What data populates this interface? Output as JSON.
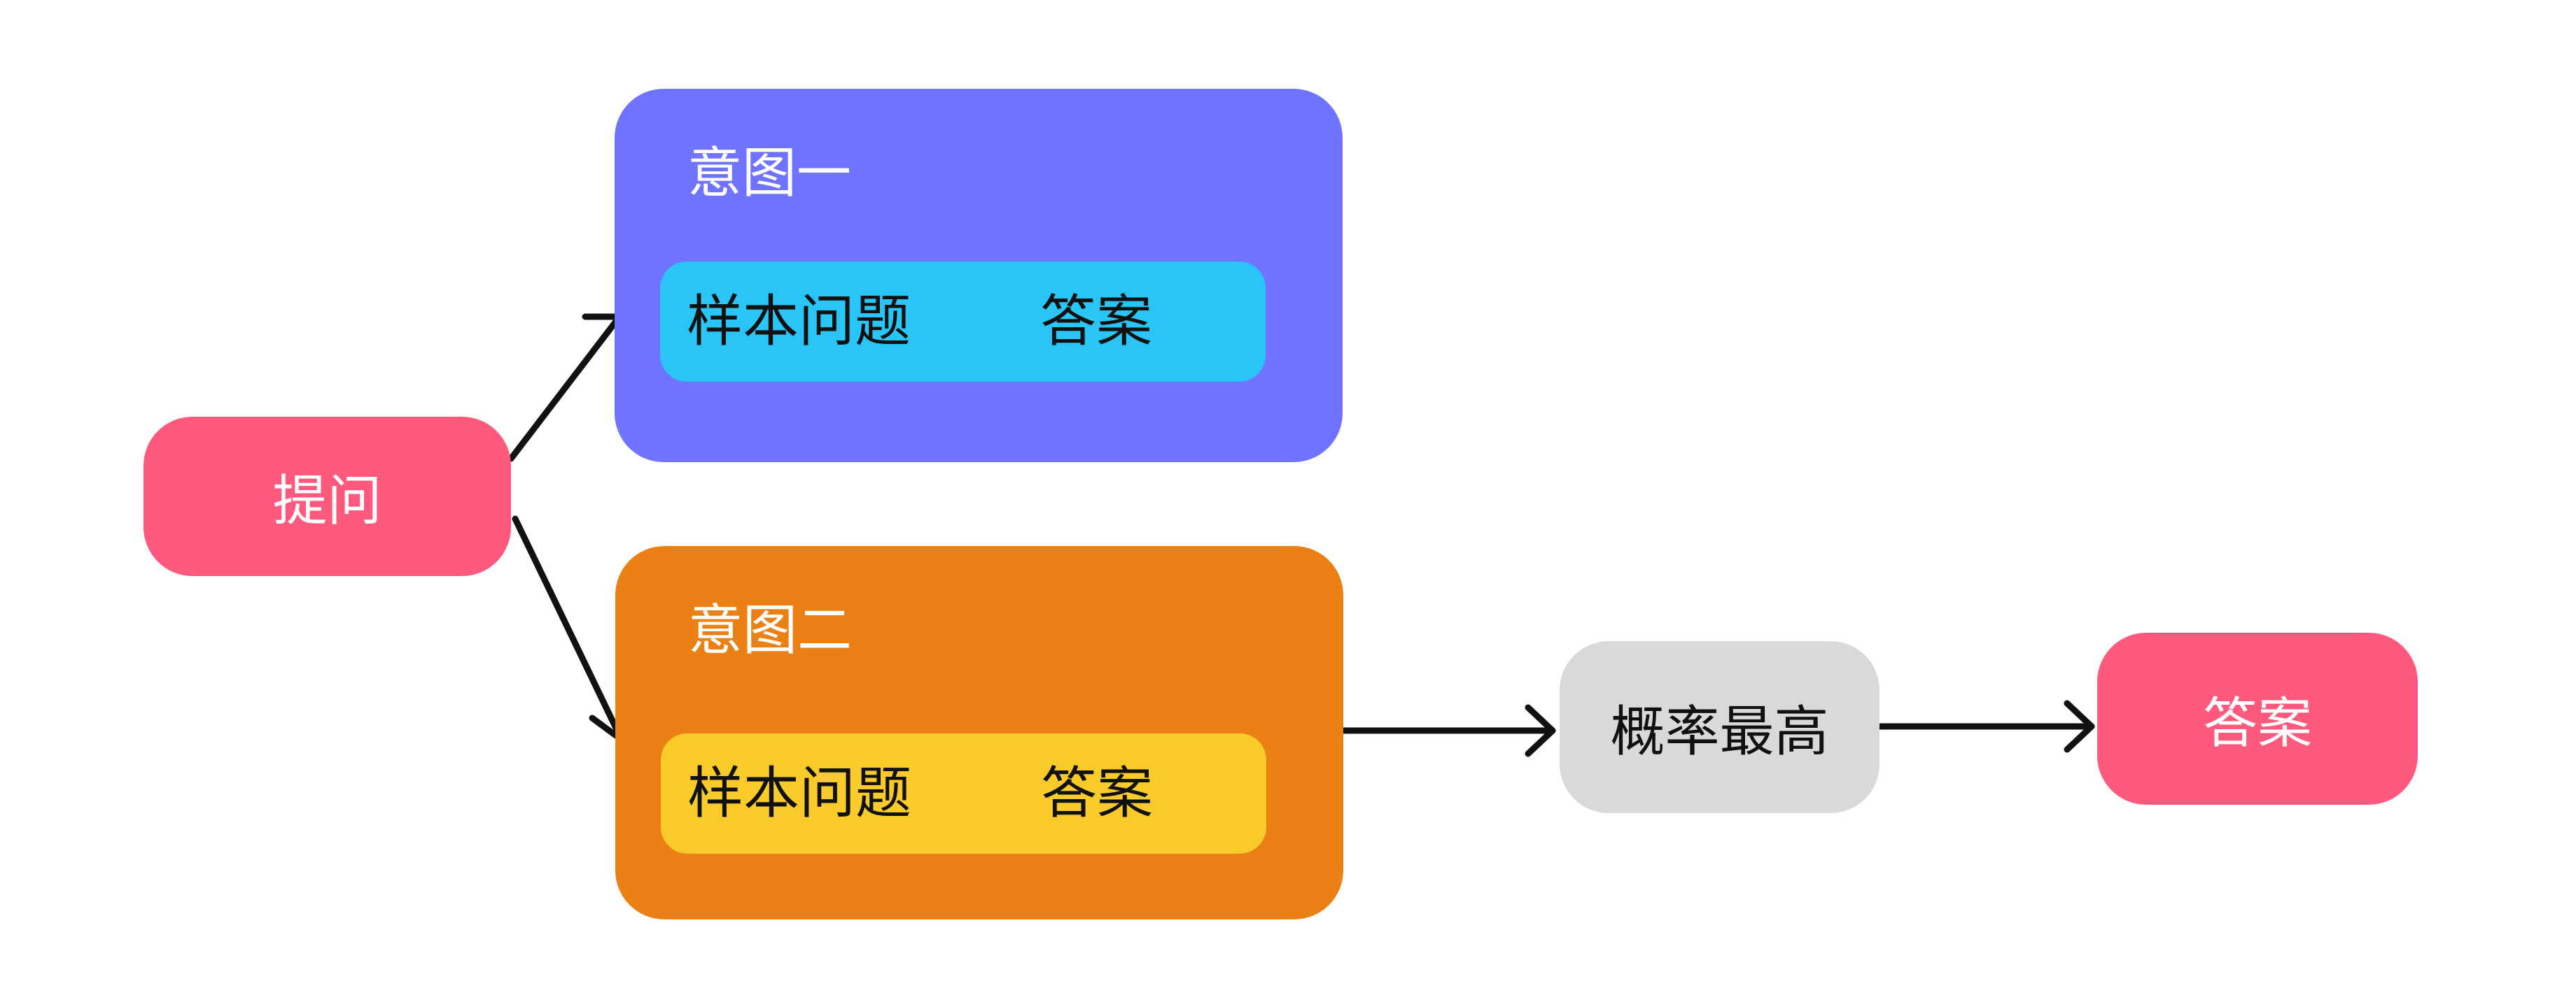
{
  "colors": {
    "question": "#FF5A7E",
    "intent_one": "#7073FF",
    "intent_one_row": "#29C5F6",
    "intent_two": "#EB8115",
    "intent_two_row": "#F8CB2A",
    "highest_prob": "#D9D9D9",
    "answer": "#FF5A7E",
    "arrow": "#111111"
  },
  "question_node": {
    "label": "提问"
  },
  "intents": [
    {
      "title": "意图一",
      "sample_question": "样本问题",
      "sample_answer": "答案"
    },
    {
      "title": "意图二",
      "sample_question": "样本问题",
      "sample_answer": "答案"
    }
  ],
  "highest_prob_node": {
    "label": "概率最高"
  },
  "answer_node": {
    "label": "答案"
  }
}
